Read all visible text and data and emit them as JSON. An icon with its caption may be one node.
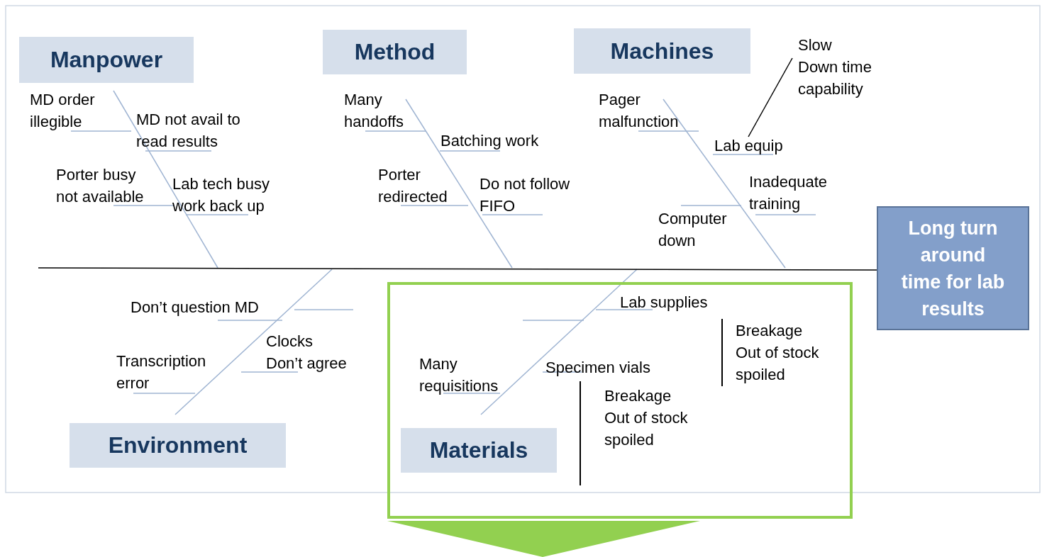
{
  "diagram": {
    "nodes": [
      {
        "text": [
          "Manpower"
        ]
      },
      {
        "text": [
          "Method"
        ]
      },
      {
        "text": [
          "Machines"
        ]
      },
      {
        "text": [
          "Slow Down time capability"
        ]
      },
      {
        "text": [
          "Lab equip"
        ]
      },
      {
        "text": [
          "Long turn around time for lab results"
        ]
      },
      {
        "text": [],
        "shape": "box"
      },
      {
        "text": [
          "Environment"
        ]
      },
      {
        "text": [
          "Materials"
        ],
        "in": 6
      }
    ],
    "edges": [
      {
        "from": null,
        "to": 5,
        "arrow": "none"
      },
      {
        "from": 3,
        "to": 4,
        "arrow": "none"
      }
    ],
    "labels": [
      "MD order illegible",
      "MD not avail to read results",
      "Porter busy not available",
      "Lab tech busy work back up",
      "Many handoffs",
      "Batching work",
      "Porter redirected",
      "Do not follow FIFO",
      "Pager malfunction",
      "Inadequate training",
      "Computer down",
      "Don’t question MD",
      "Clocks Don’t agree",
      "Transcription error",
      "Lab supplies",
      "Breakage Out of stock spoiled",
      "Many requisitions",
      "Specimen vials",
      "Breakage Out of stock spoiled"
    ]
  }
}
